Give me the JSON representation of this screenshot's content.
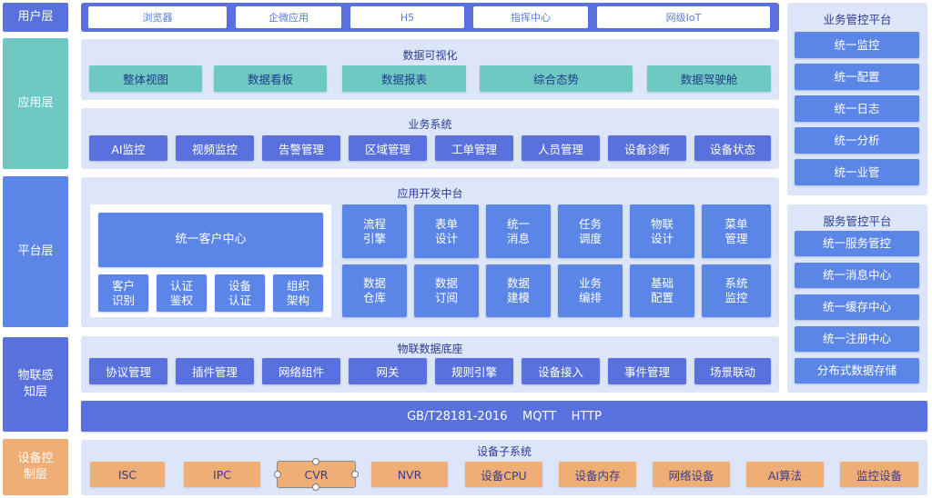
{
  "colors": {
    "layer_user": "#5871dc",
    "layer_app": "#6dc9c1",
    "layer_platform": "#5b86e8",
    "layer_iot": "#5871dc",
    "layer_device": "#efae76",
    "panel": "#dde6f8"
  },
  "layers": {
    "user": "用户层",
    "app": "应用层",
    "platform": "平台层",
    "iot_line1": "物联感",
    "iot_line2": "知层",
    "device_line1": "设备控",
    "device_line2": "制层"
  },
  "user_layer": {
    "items": [
      "浏览器",
      "企微应用",
      "H5",
      "指挥中心",
      "网级IoT"
    ]
  },
  "data_viz": {
    "title": "数据可视化",
    "items": [
      "整体视图",
      "数据看板",
      "数据报表",
      "综合态势",
      "数据驾驶舱"
    ]
  },
  "business": {
    "title": "业务系统",
    "items": [
      "AI监控",
      "视频监控",
      "告警管理",
      "区域管理",
      "工单管理",
      "人员管理",
      "设备诊断",
      "设备状态"
    ]
  },
  "app_dev": {
    "title": "应用开发中台",
    "customer_center": "统一客户中心",
    "sub": [
      [
        "客户",
        "识别"
      ],
      [
        "认证",
        "鉴权"
      ],
      [
        "设备",
        "认证"
      ],
      [
        "组织",
        "架构"
      ]
    ],
    "grid": [
      [
        "流程",
        "引擎"
      ],
      [
        "表单",
        "设计"
      ],
      [
        "统一",
        "消息"
      ],
      [
        "任务",
        "调度"
      ],
      [
        "物联",
        "设计"
      ],
      [
        "菜单",
        "管理"
      ],
      [
        "数据",
        "仓库"
      ],
      [
        "数据",
        "订阅"
      ],
      [
        "数据",
        "建模"
      ],
      [
        "业务",
        "编排"
      ],
      [
        "基础",
        "配置"
      ],
      [
        "系统",
        "监控"
      ]
    ]
  },
  "iot_base": {
    "title": "物联数据底座",
    "items": [
      "协议管理",
      "插件管理",
      "网络组件",
      "网关",
      "规则引擎",
      "设备接入",
      "事件管理",
      "场景联动"
    ]
  },
  "protocol_bar": "GB/T28181-2016    MQTT    HTTP",
  "device_sub": {
    "title": "设备子系统",
    "items": [
      "ISC",
      "IPC",
      "CVR",
      "NVR",
      "设备CPU",
      "设备内存",
      "网络设备",
      "AI算法",
      "监控设备"
    ]
  },
  "biz_platform": {
    "title": "业务管控平台",
    "items": [
      "统一监控",
      "统一配置",
      "统一日志",
      "统一分析",
      "统一业管"
    ]
  },
  "svc_platform": {
    "title": "服务管控平台",
    "items": [
      "统一服务管控",
      "统一消息中心",
      "统一缓存中心",
      "统一注册中心",
      "分布式数据存储"
    ]
  }
}
